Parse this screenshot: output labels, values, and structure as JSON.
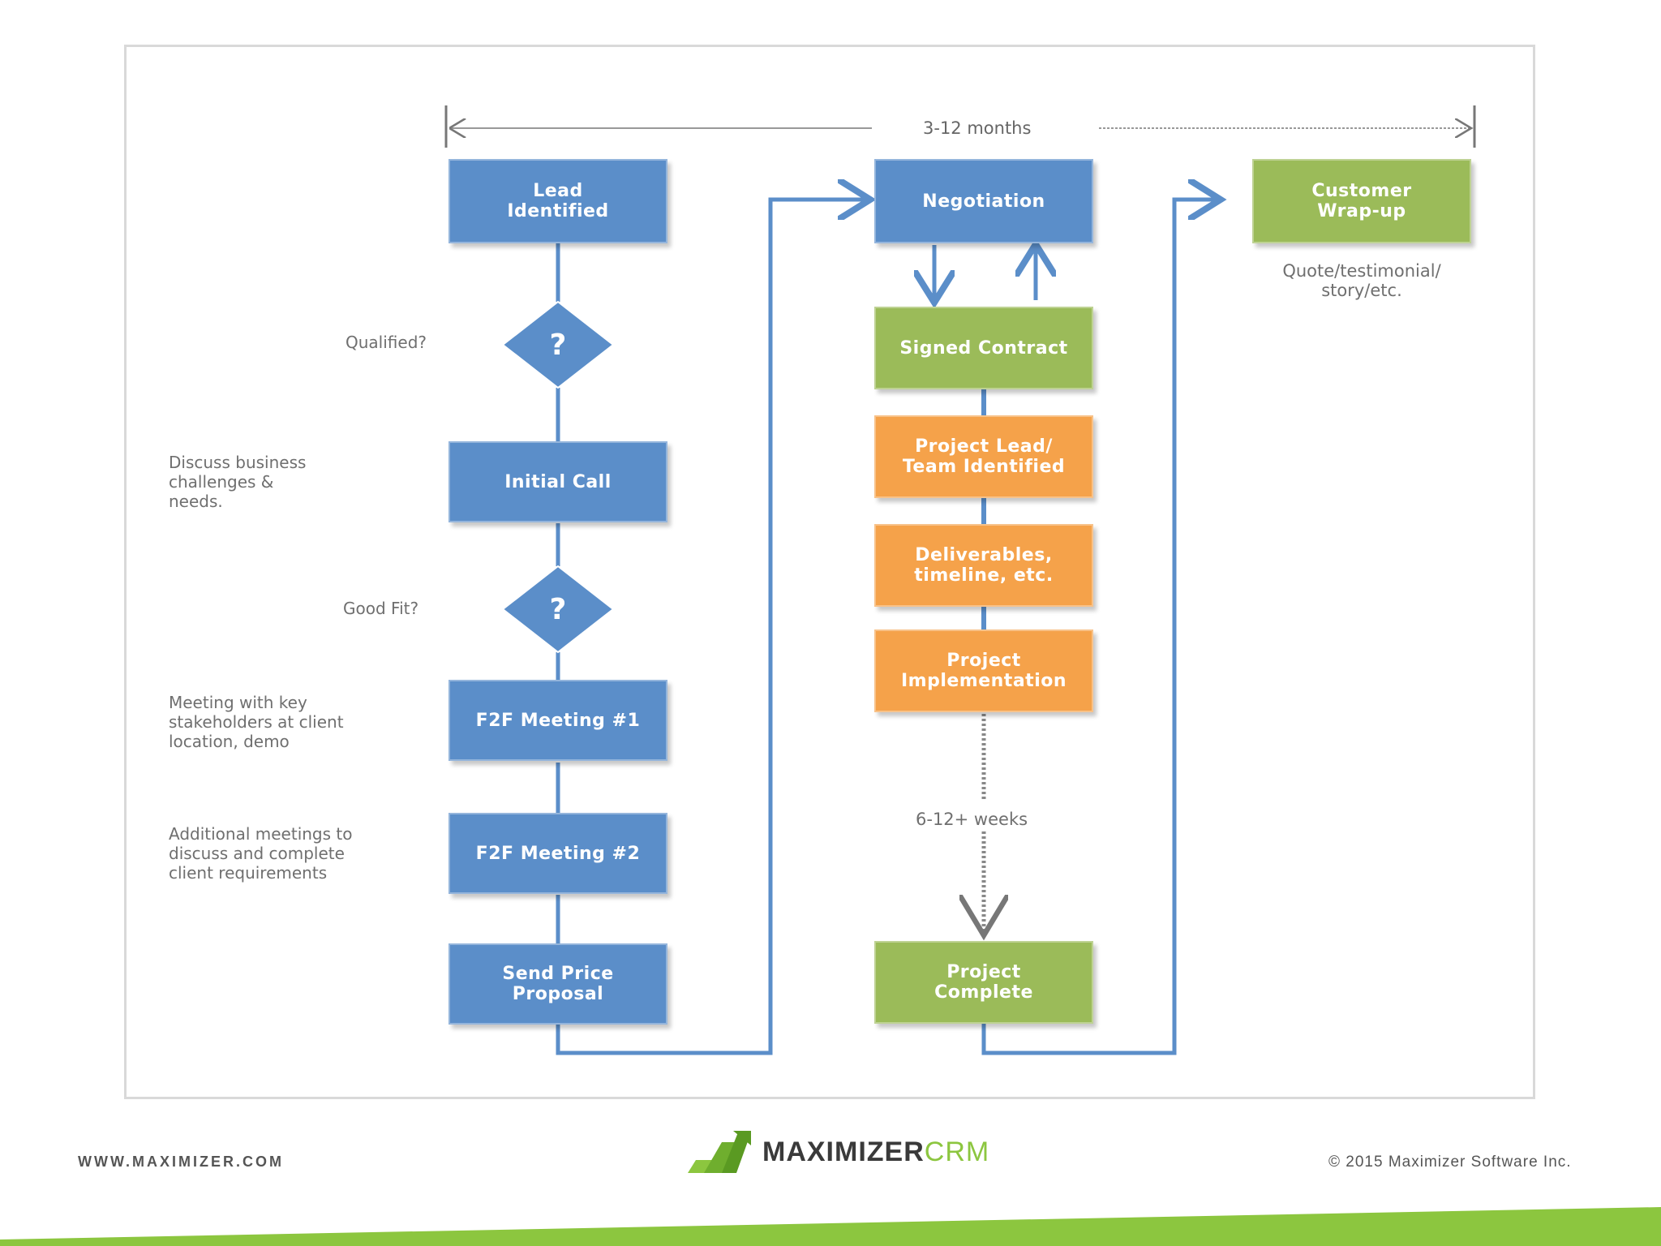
{
  "diagram": {
    "timeline_label": "3-12 months",
    "boxes": {
      "lead_identified": "Lead\nIdentified",
      "initial_call": "Initial Call",
      "f2f_meeting_1": "F2F Meeting #1",
      "f2f_meeting_2": "F2F Meeting #2",
      "send_price_proposal": "Send Price\nProposal",
      "negotiation": "Negotiation",
      "signed_contract": "Signed Contract",
      "project_lead_team": "Project Lead/\nTeam Identified",
      "deliverables": "Deliverables,\ntimeline, etc.",
      "project_implementation": "Project\nImplementation",
      "project_complete": "Project\nComplete",
      "customer_wrap_up": "Customer\nWrap-up"
    },
    "diamonds": {
      "qualified_symbol": "?",
      "good_fit_symbol": "?"
    },
    "labels": {
      "qualified": "Qualified?",
      "good_fit": "Good Fit?",
      "discuss_business": "Discuss business\nchallenges &\nneeds.",
      "meeting_stakeholders": "Meeting with key\nstakeholders at client\nlocation, demo",
      "additional_meetings": "Additional meetings to\ndiscuss and complete\nclient requirements",
      "weeks": "6-12+ weeks",
      "quote_testimonial": "Quote/testimonial/\nstory/etc."
    },
    "colors": {
      "blue": "#5b8ec9",
      "green": "#9bbb59",
      "orange": "#f5a24a",
      "connector": "#5b8ec9"
    }
  },
  "footer": {
    "website": "WWW.MAXIMIZER.COM",
    "brand": "MAXIMIZER",
    "brand_suffix": "CRM",
    "copyright": "© 2015 Maximizer Software Inc.",
    "logo_icon": "maximizer-chart-logo-icon",
    "band_color": "#8cc63f"
  }
}
